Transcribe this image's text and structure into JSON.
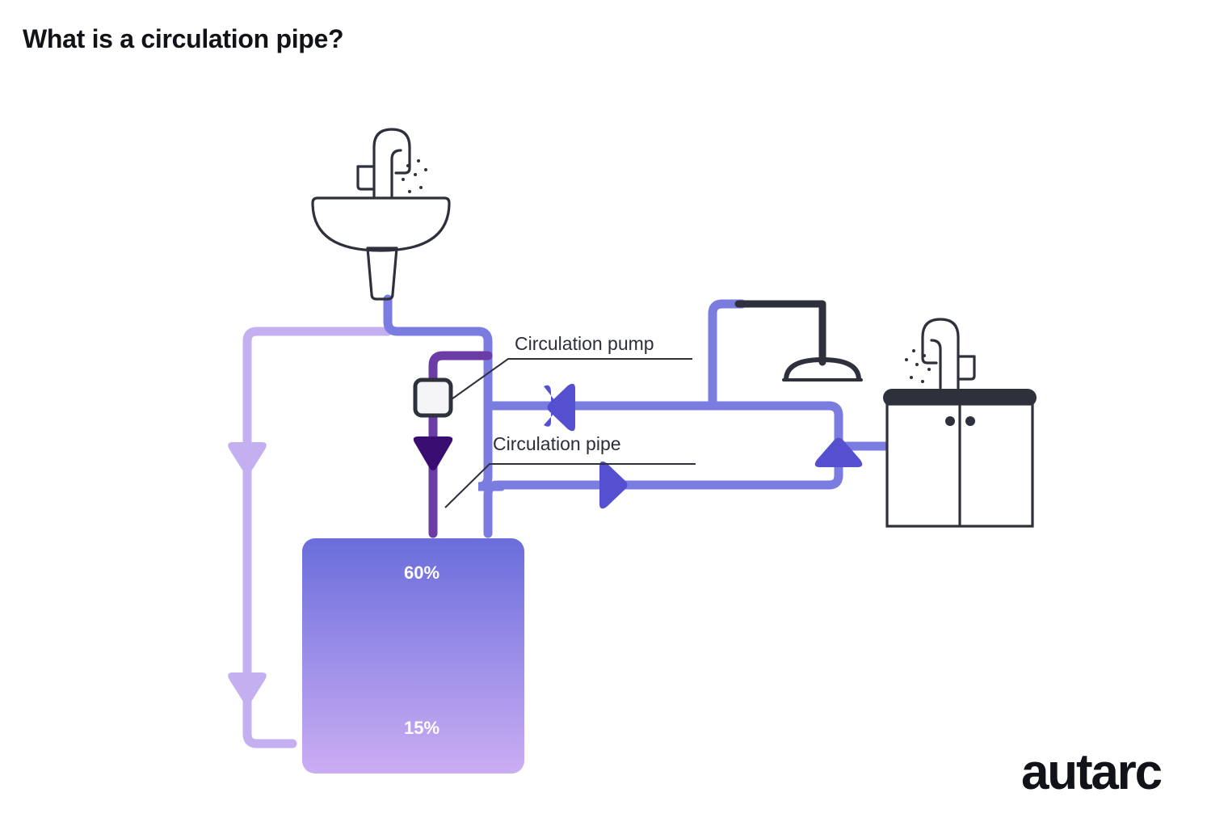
{
  "page": {
    "title": "What is a circulation pipe?",
    "brand": "autarc",
    "background_color": "#ffffff"
  },
  "callouts": [
    {
      "id": "circulation-pump",
      "label": "Circulation pump"
    },
    {
      "id": "circulation-pipe",
      "label": "Circulation pipe"
    }
  ],
  "tank": {
    "top_label": "60%",
    "bottom_label": "15%",
    "gradient_top_color": "#6d70da",
    "gradient_bottom_color": "#c9abf2"
  },
  "colors": {
    "ink": "#2e313c",
    "title": "#111318",
    "hot_pipe": "#7b7ce0",
    "return_pipe": "#c4aff0",
    "pump_pipe": "#6b3ca5",
    "arrow_mid": "#5550d0",
    "arrow_dark": "#3a0d72",
    "arrow_light": "#c4aff0",
    "pump_fill": "#f5f5f7",
    "counter_top": "#2e313c"
  },
  "fixtures": [
    {
      "id": "wall-sink",
      "name": "Wall mounted sink with faucet"
    },
    {
      "id": "shower-head",
      "name": "Shower head"
    },
    {
      "id": "vanity-sink",
      "name": "Vanity cabinet with sink and faucet"
    },
    {
      "id": "circulation-pump-unit",
      "name": "Circulation pump"
    },
    {
      "id": "water-tank",
      "name": "Hot water storage tank"
    }
  ],
  "flow_arrows": [
    {
      "id": "return-arrow-upper",
      "direction": "down",
      "color": "#c4aff0"
    },
    {
      "id": "return-arrow-lower",
      "direction": "down",
      "color": "#c4aff0"
    },
    {
      "id": "pump-outlet-arrow",
      "direction": "down",
      "color": "#3a0d72"
    },
    {
      "id": "circulation-return-arrow",
      "direction": "left",
      "color": "#5550d0"
    },
    {
      "id": "supply-arrow",
      "direction": "right",
      "color": "#5550d0"
    },
    {
      "id": "vanity-riser-arrow",
      "direction": "up",
      "color": "#5550d0"
    }
  ]
}
